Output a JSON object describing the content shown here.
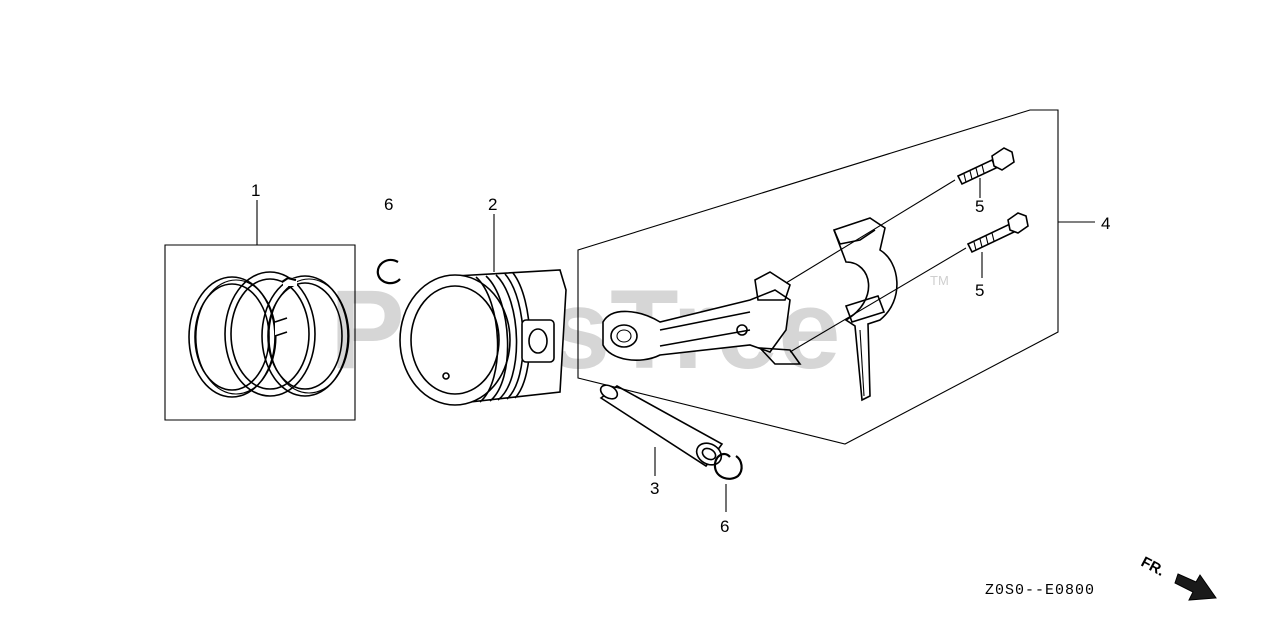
{
  "watermark": {
    "text": "PartsTree",
    "trademark": "TM"
  },
  "callouts": {
    "ring_set": "1",
    "piston": "2",
    "piston_pin": "3",
    "connecting_rod": "4",
    "bolt_upper": "5",
    "bolt_lower": "5",
    "clip_upper": "6",
    "clip_lower": "6"
  },
  "diagram_code": "Z0S0--E0800",
  "direction_label": "FR.",
  "colors": {
    "line": "#000000",
    "watermark": "#d6d6d6",
    "background": "#ffffff"
  }
}
